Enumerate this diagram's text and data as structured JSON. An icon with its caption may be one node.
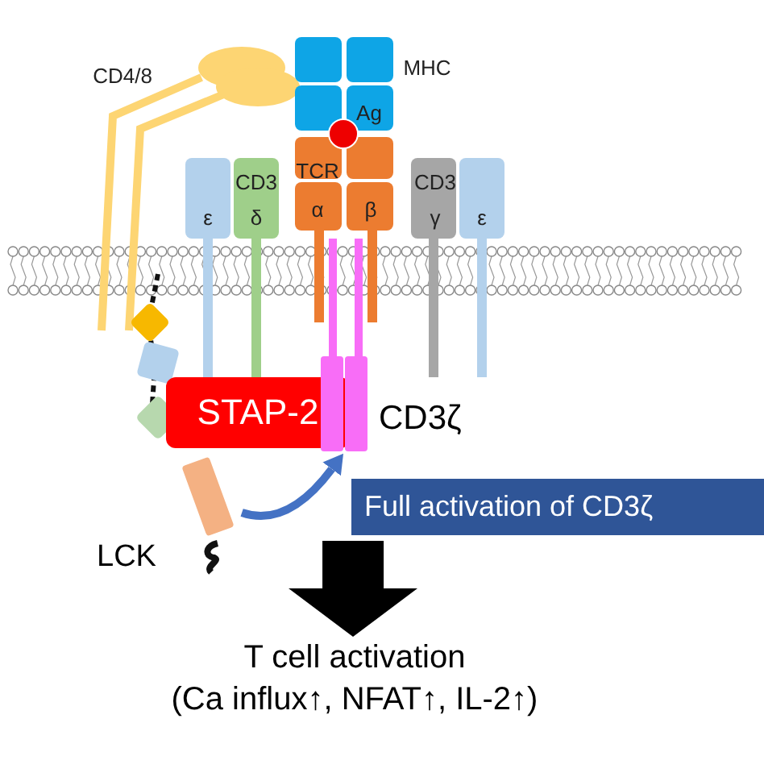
{
  "diagram": {
    "nodes": [
      {
        "text": [
          "STAP-2"
        ]
      },
      {
        "text": [
          "CD3ζ"
        ]
      },
      {
        "text": [
          "LCK"
        ]
      },
      {
        "text": [
          "Full activation of CD3ζ"
        ]
      },
      {
        "text": [
          "T cell activation",
          "(Ca influx↑, NFAT↑, IL-2↑)"
        ]
      }
    ],
    "edges": [
      {
        "from": 2,
        "to": 1,
        "arrow": "to",
        "color": "#4472c4"
      },
      {
        "from": 3,
        "to": 4,
        "arrow": "to",
        "style": "thick",
        "color": "#000000"
      }
    ],
    "labels": [
      "CD4/8",
      "MHC",
      "Ag",
      "CD3",
      "TCR",
      "CD3",
      "ε",
      "δ",
      "α",
      "β",
      "γ",
      "ε"
    ]
  }
}
